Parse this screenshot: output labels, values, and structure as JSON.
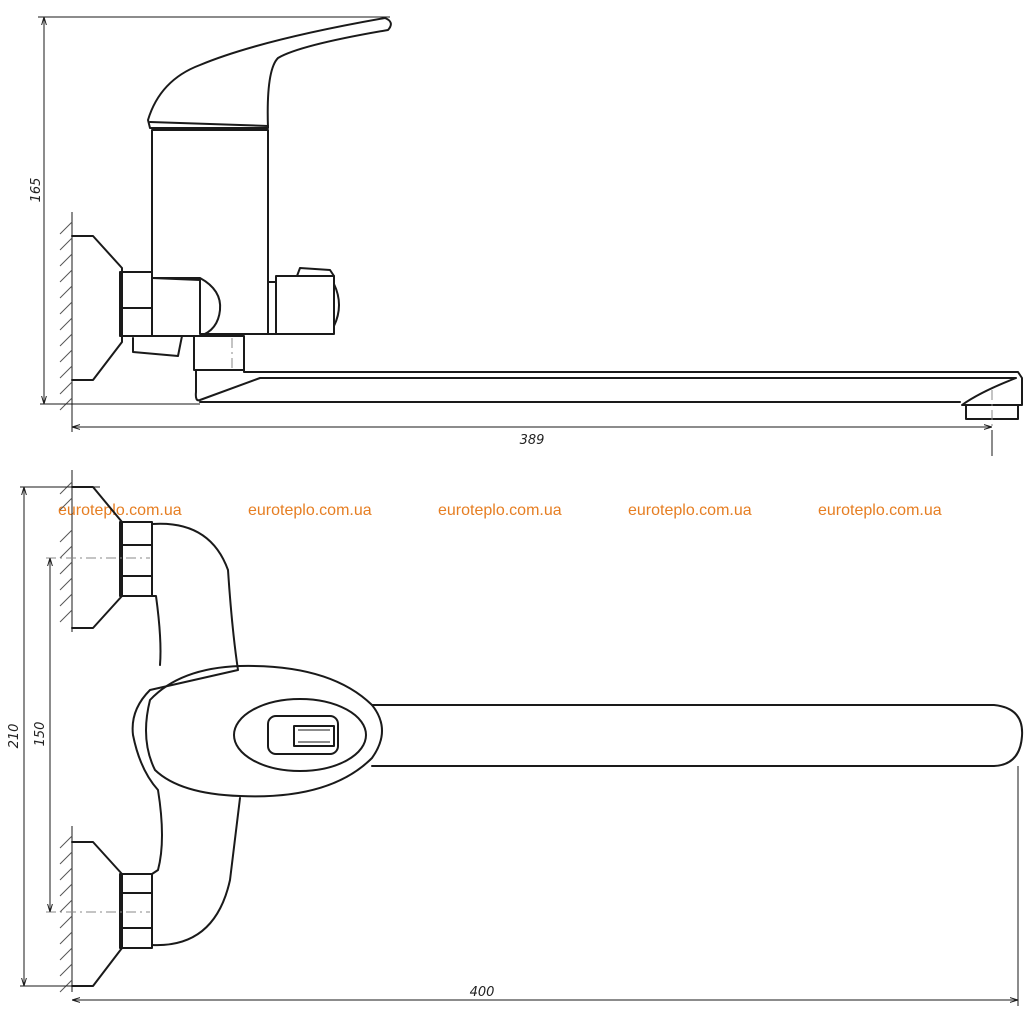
{
  "dimensions": {
    "height_side": "165",
    "length_side": "389",
    "height_front": "210",
    "centers": "150",
    "length_top": "400"
  },
  "watermark": {
    "text": "euroteplo.com.ua",
    "color": "#e67e22"
  },
  "colors": {
    "line": "#1a1a1a",
    "background": "#ffffff"
  }
}
